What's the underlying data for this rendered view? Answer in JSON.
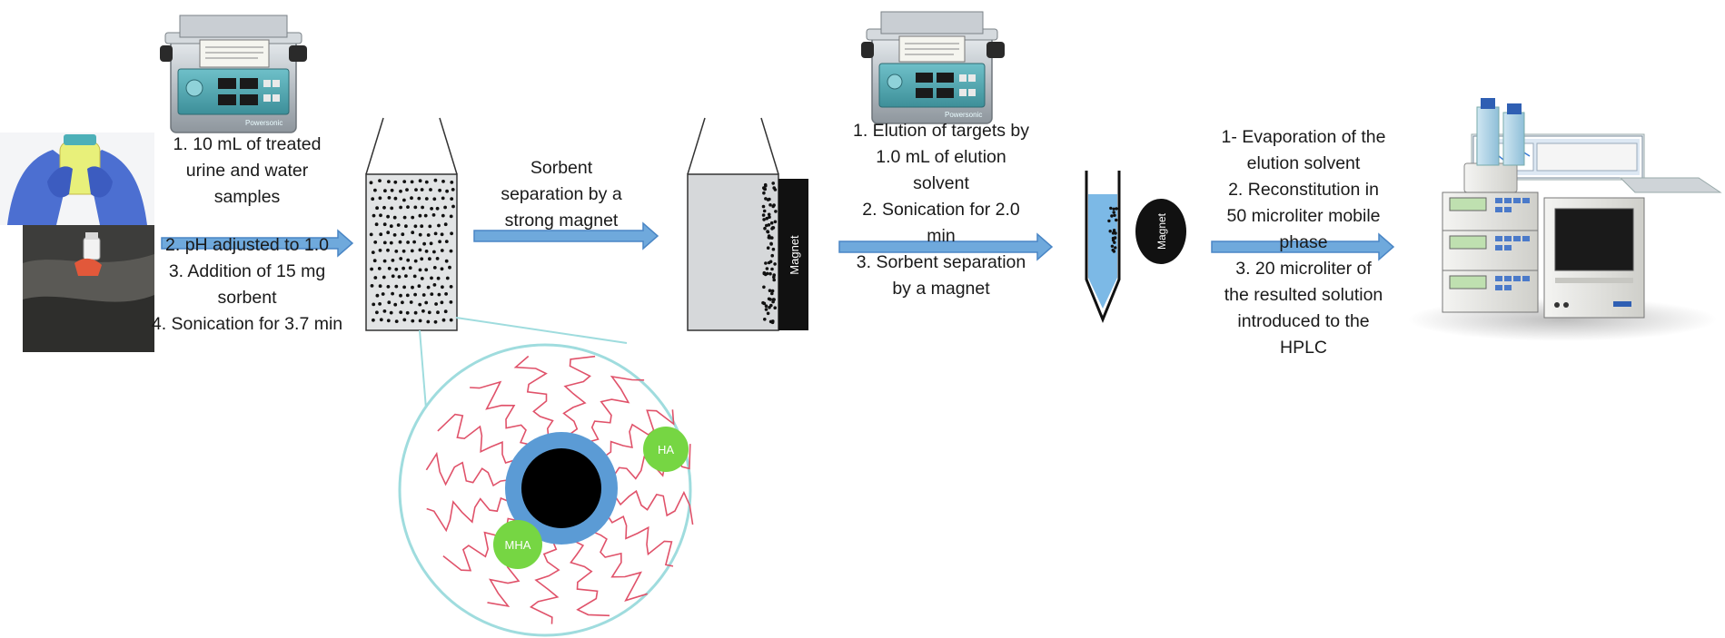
{
  "figure": {
    "step1": {
      "lines": [
        "1. 10 mL of treated",
        "urine and water",
        "samples",
        "",
        "2. pH adjusted to 1.0",
        "3. Addition of 15 mg",
        "sorbent",
        "4. Sonication for 3.7 min"
      ]
    },
    "step2": {
      "lines": [
        "Sorbent",
        "separation by a",
        "strong magnet"
      ]
    },
    "step3": {
      "lines": [
        "1. Elution of targets by",
        "1.0 mL of elution",
        "solvent",
        "2. Sonication for 2.0",
        "min",
        "3. Sorbent separation",
        "by a magnet"
      ]
    },
    "step4": {
      "lines": [
        "1- Evaporation of the",
        "elution solvent",
        "2. Reconstitution in",
        "50 microliter mobile",
        "phase",
        "3. 20 microliter of",
        "the resulted solution",
        "introduced to the",
        "HPLC"
      ]
    },
    "magnet_label": "Magnet",
    "tube_magnet_label": "Magnet",
    "particle_labels": {
      "ha": "HA",
      "mha": "MHA"
    },
    "sonicator_label": "Powersonic",
    "colors": {
      "arrow_fill": "#6fa9dc",
      "arrow_stroke": "#4a86c5",
      "core": "#000000",
      "shell": "#5b9bd5",
      "chains": "#e0526a",
      "molecule": "#76d643",
      "zoom_circle": "#9fdcde",
      "liquid": "#d6d8da",
      "eluent": "#7cb9e6",
      "magnet": "#111111"
    },
    "icons": [
      "ultrasonic-bath-icon",
      "urine-sample-photo",
      "water-sample-photo",
      "hplc-instrument-icon"
    ]
  }
}
